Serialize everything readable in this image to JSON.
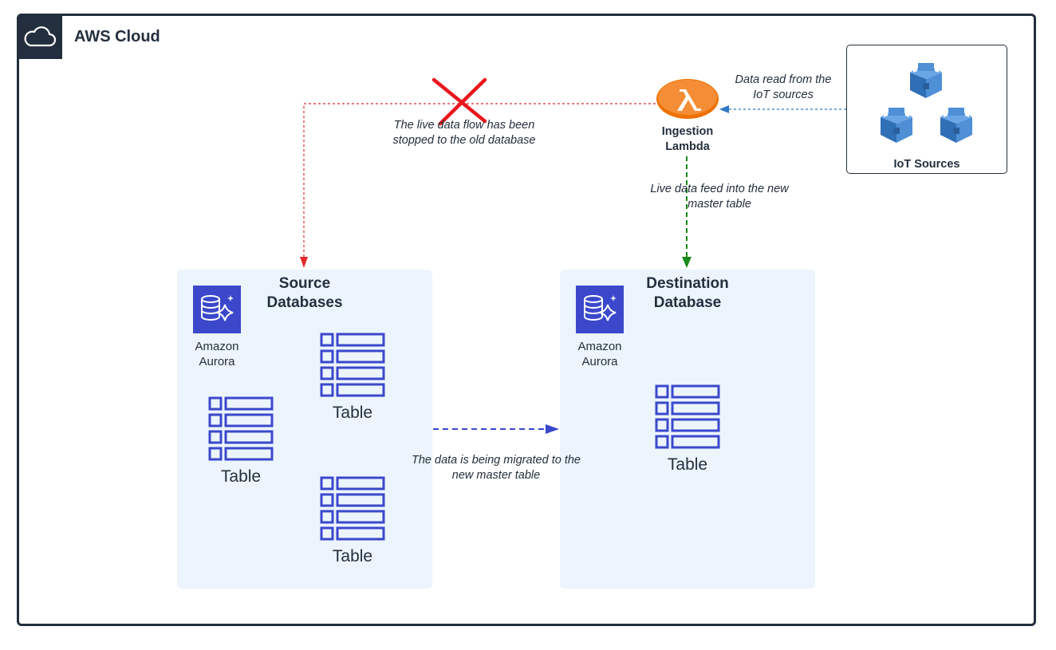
{
  "frame": {
    "title": "AWS Cloud",
    "icon": "cloud-icon"
  },
  "lambda": {
    "label": "Ingestion\nLambda",
    "icon": "lambda-icon",
    "color": "#ed7100"
  },
  "iot": {
    "title": "IoT Sources",
    "icon": "iot-thing-icon",
    "color": "#3f7fc4"
  },
  "source": {
    "title": "Source\nDatabases",
    "service_label": "Amazon\nAurora",
    "tables": [
      "Table",
      "Table",
      "Table"
    ]
  },
  "destination": {
    "title": "Destination\nDatabase",
    "service_label": "Amazon\nAurora",
    "tables": [
      "Table"
    ]
  },
  "notes": {
    "iot_read": "Data read from the\nIoT sources",
    "stopped": "The live data flow has been\nstopped to the old database",
    "live_feed": "Live data feed into the new\nmaster table",
    "migrating": "The data is being migrated to the\nnew master table"
  },
  "colors": {
    "stopped_flow": "#e22a2a",
    "live_flow": "#1a8a1a",
    "iot_flow": "#2f78c4",
    "migration_flow": "#3b48cc",
    "aurora": "#3b48cc",
    "group_fill": "#ecf4fd",
    "frame": "#232f3e"
  }
}
